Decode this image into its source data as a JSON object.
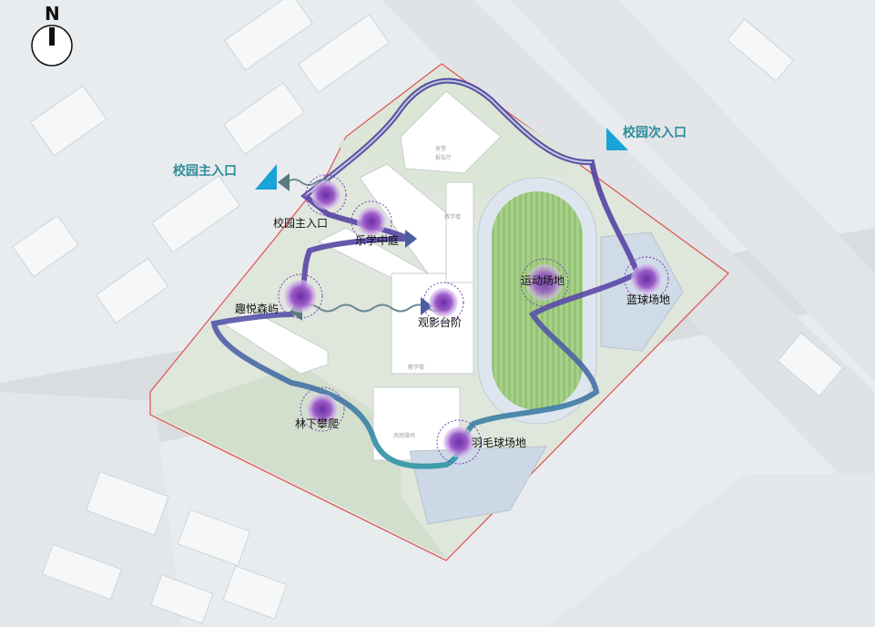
{
  "north": {
    "letter": "N"
  },
  "entrances": {
    "main": {
      "label": "校园主入口"
    },
    "secondary": {
      "label": "校园次入口"
    }
  },
  "nodes": [
    {
      "id": "main-gate",
      "label": "校园主入口"
    },
    {
      "id": "central-court",
      "label": "乐学中庭"
    },
    {
      "id": "forest-islet",
      "label": "趣悦森屿"
    },
    {
      "id": "viewing-steps",
      "label": "观影台阶"
    },
    {
      "id": "sports-field",
      "label": "运动场地"
    },
    {
      "id": "basketball-court",
      "label": "蓝球场地"
    },
    {
      "id": "forest-climb",
      "label": "林下攀爬"
    },
    {
      "id": "badminton-court",
      "label": "羽毛球场地"
    }
  ],
  "colors": {
    "route_purple": "#5a3d9e",
    "route_teal": "#3aa0a8",
    "node_core": "#7b3fb3",
    "node_halo": "#c9a6e3",
    "entrance_arrow": "#1aa3d8",
    "boundary_red": "#e05050",
    "field_green": "#a7cf88",
    "track": "#dce7ee",
    "building": "#ffffff",
    "road": "#d4d8db"
  }
}
